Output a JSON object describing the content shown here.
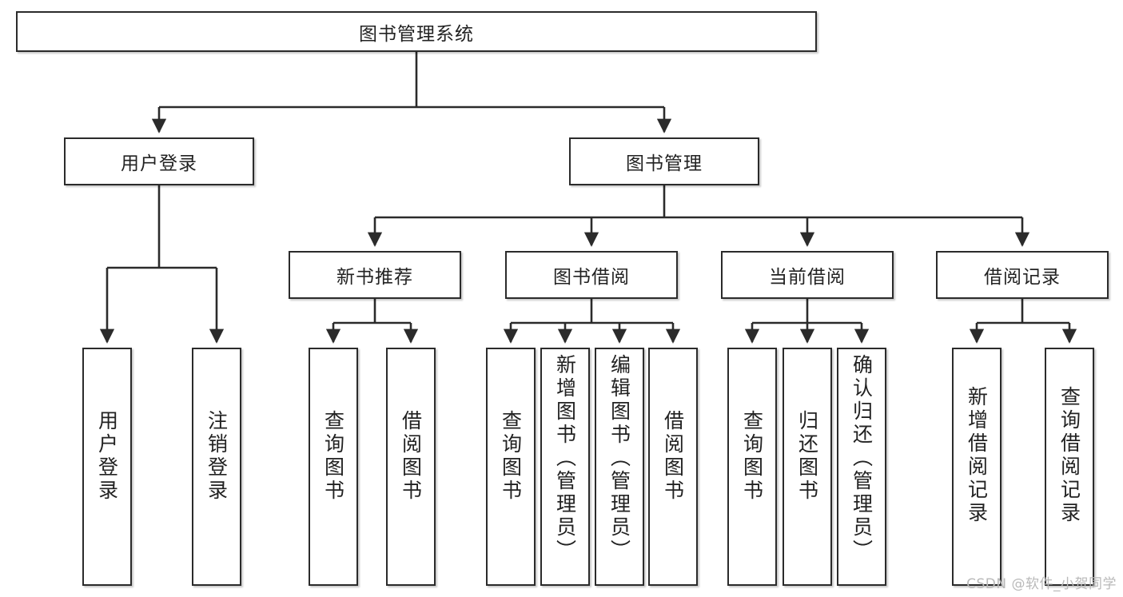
{
  "diagram": {
    "title": "图书管理系统",
    "type": "tree-hierarchy-chart",
    "root": {
      "label": "图书管理系统"
    },
    "level2": [
      {
        "label": "用户登录"
      },
      {
        "label": "图书管理"
      }
    ],
    "level3": [
      {
        "label": "新书推荐"
      },
      {
        "label": "图书借阅"
      },
      {
        "label": "当前借阅"
      },
      {
        "label": "借阅记录"
      }
    ],
    "leaves": {
      "user_login": [
        {
          "label": "用户登录"
        },
        {
          "label": "注销登录"
        }
      ],
      "new_book_recommend": [
        {
          "label": "查询图书"
        },
        {
          "label": "借阅图书"
        }
      ],
      "book_borrow": [
        {
          "label": "查询图书"
        },
        {
          "label": "新增图书（管理员）"
        },
        {
          "label": "编辑图书（管理员）"
        },
        {
          "label": "借阅图书"
        }
      ],
      "current_borrow": [
        {
          "label": "查询图书"
        },
        {
          "label": "归还图书"
        },
        {
          "label": "确认归还（管理员）"
        }
      ],
      "borrow_record": [
        {
          "label": "新增借阅记录"
        },
        {
          "label": "查询借阅记录"
        }
      ]
    }
  },
  "watermark": {
    "text": "CSDN @软件_小贺同学"
  },
  "colors": {
    "stroke": "#2b2b2b",
    "fill": "#ffffff",
    "text": "#222222",
    "watermark": "#b9b9b9"
  }
}
